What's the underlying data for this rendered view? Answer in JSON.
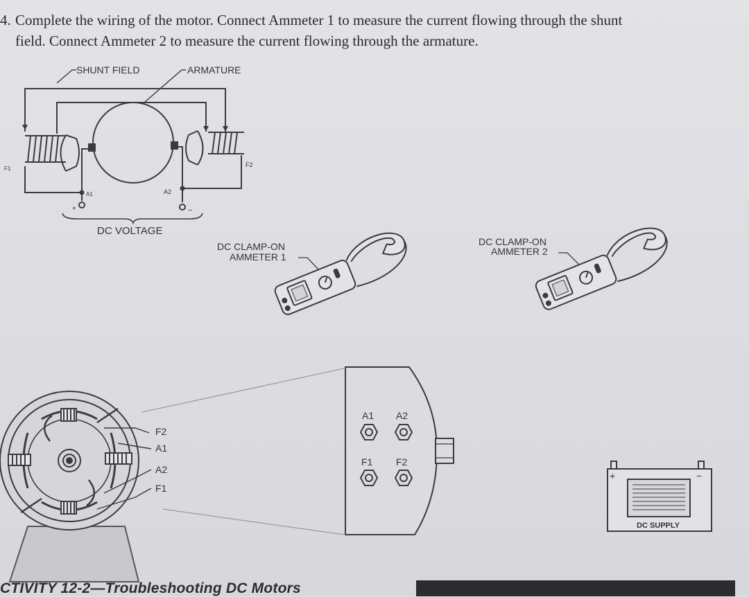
{
  "question": {
    "number": "4.",
    "line1": "Complete the wiring of the motor. Connect Ammeter 1 to measure the current flowing through the shunt",
    "line2": "field. Connect Ammeter 2 to measure the current flowing through the armature."
  },
  "schematic": {
    "shunt_field": "SHUNT FIELD",
    "armature": "ARMATURE",
    "f1": "F1",
    "f2": "F2",
    "a1": "A1",
    "a2": "A2",
    "plus": "+",
    "minus": "−",
    "dc_voltage": "DC VOLTAGE"
  },
  "ammeter1": {
    "line1": "DC CLAMP-ON",
    "line2": "AMMETER 1"
  },
  "ammeter2": {
    "line1": "DC CLAMP-ON",
    "line2": "AMMETER 2"
  },
  "motor": {
    "leads": [
      "F2",
      "A1",
      "A2",
      "F1"
    ]
  },
  "terminal_box": {
    "a1": "A1",
    "a2": "A2",
    "f1": "F1",
    "f2": "F2"
  },
  "supply": {
    "plus": "+",
    "minus": "−",
    "label": "DC SUPPLY"
  },
  "footer": {
    "title": "CTIVITY 12-2—Troubleshooting DC Motors"
  }
}
